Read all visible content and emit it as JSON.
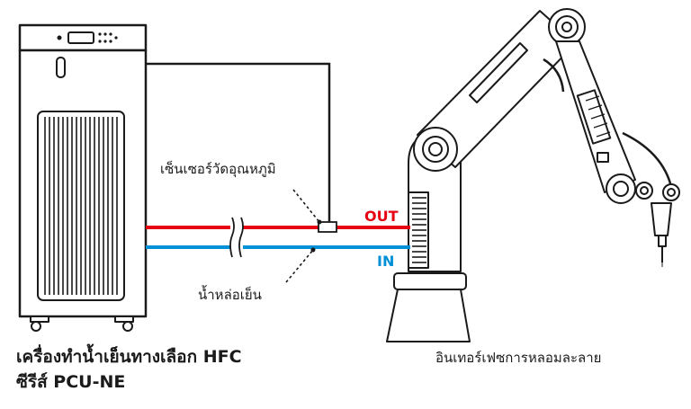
{
  "labels": {
    "sensor": "เซ็นเซอร์วัดอุณหภูมิ",
    "coolant": "น้ำหล่อเย็น",
    "out": "OUT",
    "in": "IN"
  },
  "chiller": {
    "title_line1": "เครื่องทำน้ำเย็นทางเลือก HFC",
    "title_line2": "ซีรีส์ PCU-NE"
  },
  "robot": {
    "label": "อินเทอร์เฟซการหลอมละลาย"
  },
  "colors": {
    "out_line": "#e60012",
    "in_line": "#0090d8",
    "sensor_wire": "#1a1a1a"
  }
}
